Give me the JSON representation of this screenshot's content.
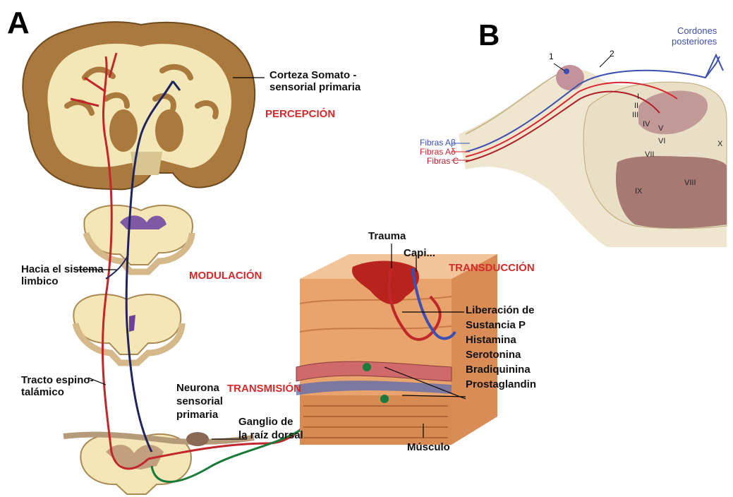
{
  "panel_a": {
    "letter": "A",
    "labels": {
      "cortex": [
        "Corteza Somato -",
        "sensorial primaria"
      ],
      "perception": "PERCEPCIÓN",
      "limbic": [
        "Hacia el sistema",
        "limbico"
      ],
      "modulation": "MODULACIÓN",
      "trauma": "Trauma",
      "capillary": "Capi...",
      "transduction": "TRANSDUCCIÓN",
      "mediators": [
        "Liberación de",
        "Sustancia P",
        "Histamina",
        "Serotonina",
        "Bradiquinina",
        "Prostaglandin"
      ],
      "spinothalamic": [
        "Tracto espino-",
        "talámico"
      ],
      "neuron": [
        "Neurona",
        "sensorial",
        "primaria"
      ],
      "transmission": "TRANSMISIÓN",
      "ganglion": [
        "Ganglio de",
        "la raíz dorsal"
      ],
      "muscle": "Músculo"
    }
  },
  "panel_b": {
    "letter": "B",
    "labels": {
      "cords": [
        "Cordones",
        "posteriores"
      ],
      "n1": "1",
      "n2": "2",
      "fiber_ab": "Fibras Aβ",
      "fiber_ad": "Fibras Aδ",
      "fiber_c": "Fibras C",
      "laminae": [
        "I",
        "II",
        "III",
        "IV",
        "V",
        "VI",
        "VII",
        "VIII",
        "IX",
        "X"
      ]
    },
    "colors": {
      "ab": "#3d4fb0",
      "ad": "#d8262e",
      "c": "#b01e2a"
    }
  },
  "colors": {
    "accent_red": "#d42a2a",
    "brain": "#a9793e",
    "white_matter": "#f3e7b8"
  }
}
